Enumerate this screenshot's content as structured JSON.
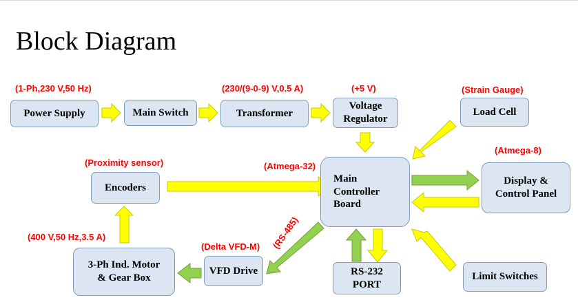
{
  "title": "Block Diagram",
  "blocks": {
    "power_supply": "Power Supply",
    "main_switch": "Main Switch",
    "transformer": "Transformer",
    "voltage_regulator": [
      "Voltage",
      "Regulator"
    ],
    "load_cell": "Load Cell",
    "main_controller": [
      "Main",
      "Controller",
      "Board"
    ],
    "encoders": "Encoders",
    "display_panel": [
      "Display &",
      "Control Panel"
    ],
    "motor": [
      "3-Ph Ind. Motor",
      "& Gear Box"
    ],
    "vfd_drive": "VFD Drive",
    "rs232_port": [
      "RS-232",
      "PORT"
    ],
    "limit_switches": "Limit Switches"
  },
  "annotations": {
    "power_rating": "(1-Ph,230 V,50  Hz)",
    "transformer_rating": "(230/(9-0-9) V,0.5 A)",
    "regulator_output": "(+5 V)",
    "load_cell_type": "(Strain Gauge)",
    "display_mcu": "(Atmega-8)",
    "encoder_type": "(Proximity sensor)",
    "controller_mcu": "(Atmega-32)",
    "motor_rating": "(400 V,50 Hz,3.5 A)",
    "vfd_model": "(Delta VFD-M)",
    "vfd_link": "(RS-485)"
  },
  "colors": {
    "box_fill": "#dce6f2",
    "box_border": "#7f9db9",
    "annotation": "#ff0000",
    "arrow_yellow": "#ffff00",
    "arrow_yellow_stroke": "#c8c800",
    "arrow_green": "#92d050",
    "arrow_green_stroke": "#6fa33a"
  }
}
